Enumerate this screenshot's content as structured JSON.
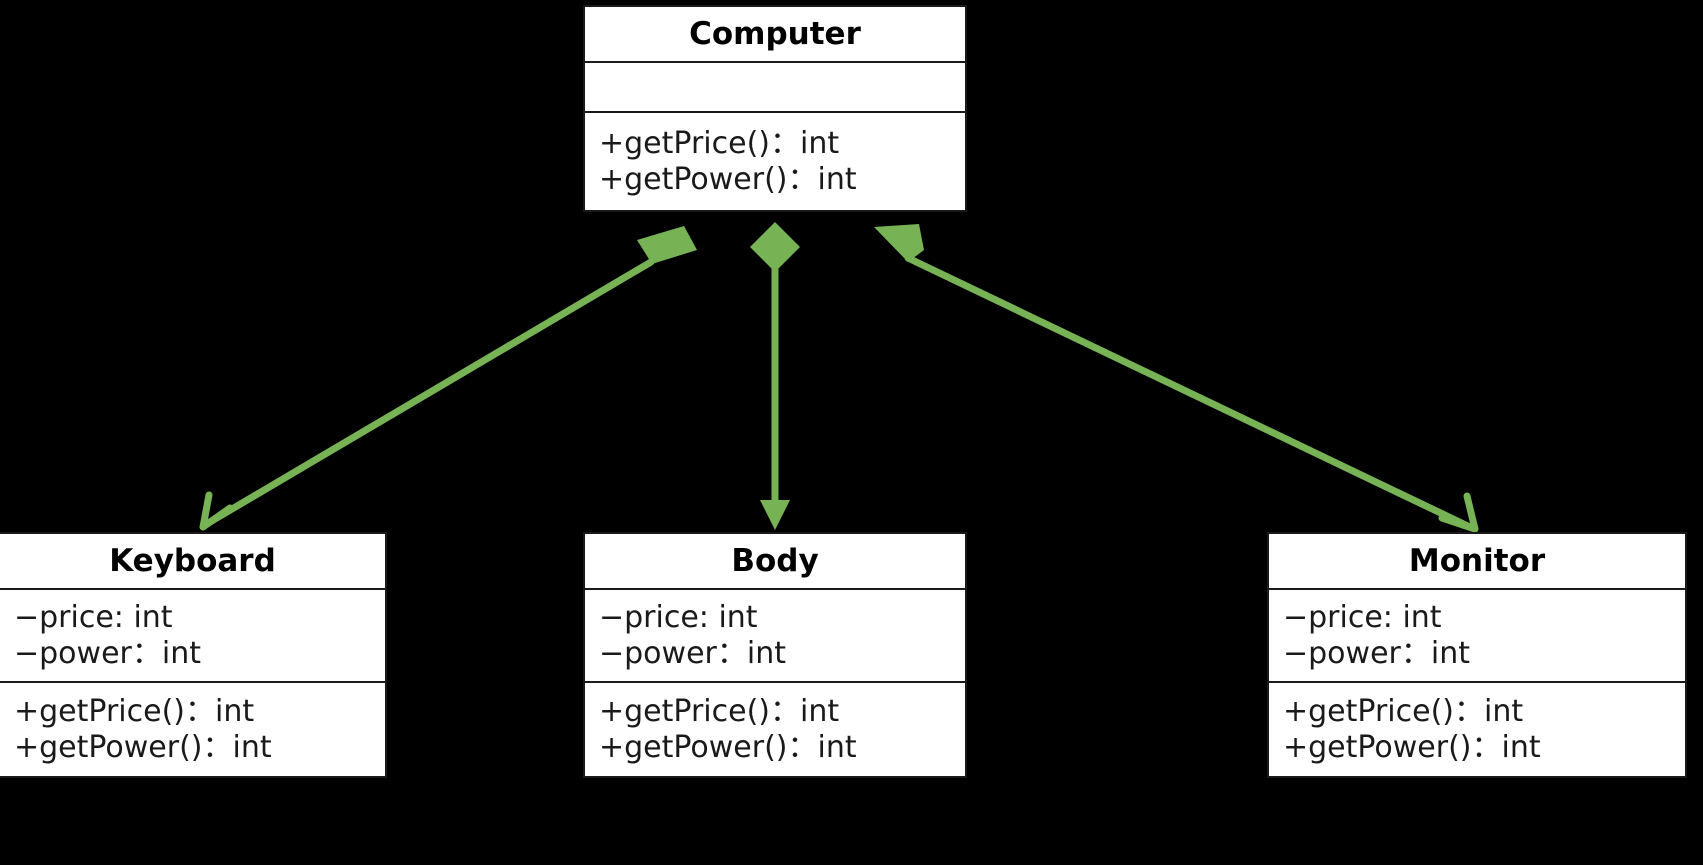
{
  "diagram": {
    "kind": "uml-class-diagram",
    "title": "Computer composition diagram",
    "background_color": "#000000",
    "class_fill_color": "#ffffff",
    "class_border_color": "#1a1a1a",
    "relationship_color": "#77b254"
  },
  "classes": {
    "computer": {
      "name": "Computer",
      "attributes": [],
      "operations": [
        "+getPrice()：int",
        "+getPower()：int"
      ]
    },
    "keyboard": {
      "name": "Keyboard",
      "attributes": [
        "−price: int",
        "−power：int"
      ],
      "operations": [
        "+getPrice()：int",
        "+getPower()：int"
      ]
    },
    "body": {
      "name": "Body",
      "attributes": [
        "−price: int",
        "−power：int"
      ],
      "operations": [
        "+getPrice()：int",
        "+getPower()：int"
      ]
    },
    "monitor": {
      "name": "Monitor",
      "attributes": [
        "−price: int",
        "−power：int"
      ],
      "operations": [
        "+getPrice()：int",
        "+getPower()：int"
      ]
    }
  },
  "relationships": [
    {
      "id": "computer-keyboard",
      "type": "composition",
      "from": "Computer",
      "to": "Keyboard",
      "source_marker": "filled-diamond",
      "target_marker": "open-arrow",
      "label": ""
    },
    {
      "id": "computer-body",
      "type": "composition",
      "from": "Computer",
      "to": "Body",
      "source_marker": "filled-diamond",
      "target_marker": "open-arrow",
      "label": ""
    },
    {
      "id": "computer-monitor",
      "type": "composition",
      "from": "Computer",
      "to": "Monitor",
      "source_marker": "filled-diamond",
      "target_marker": "open-arrow",
      "label": ""
    }
  ]
}
